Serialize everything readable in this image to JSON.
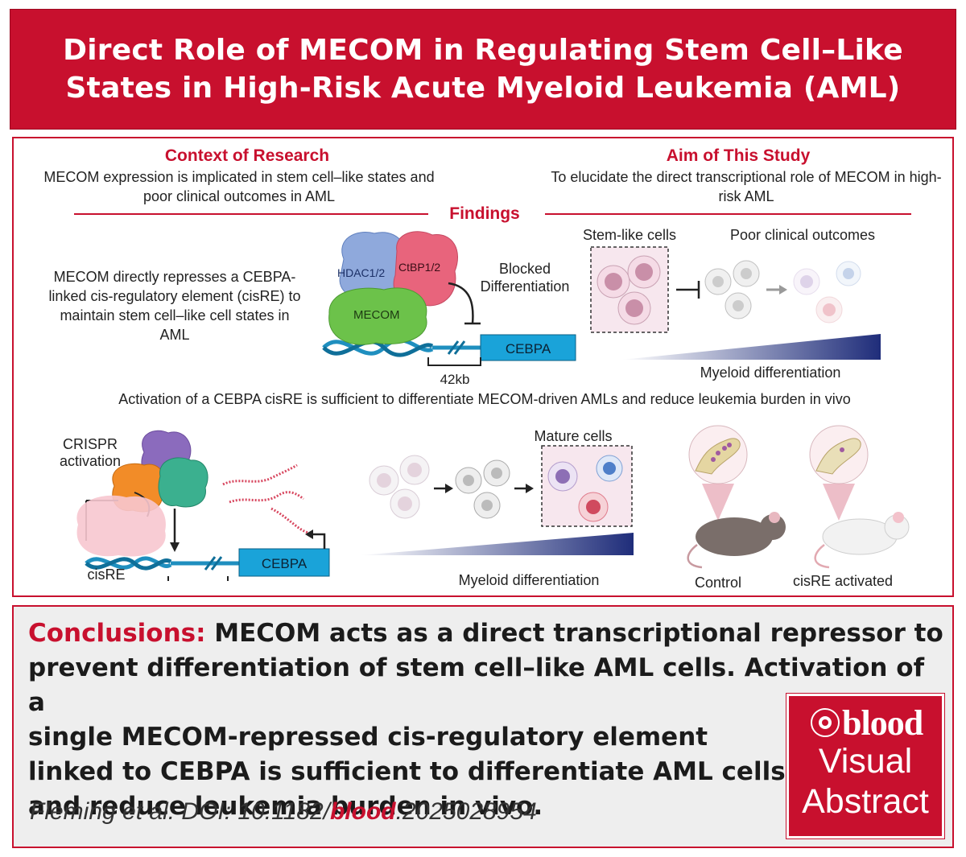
{
  "title": "Direct Role of MECOM in Regulating Stem Cell–Like States in High-Risk Acute Myeloid Leukemia (AML)",
  "context": {
    "heading": "Context of Research",
    "text": "MECOM expression is implicated in stem cell–like states and poor clinical outcomes in AML"
  },
  "aim": {
    "heading": "Aim of This Study",
    "text": "To elucidate the direct transcriptional role of MECOM in high-risk AML"
  },
  "findings": {
    "heading": "Findings",
    "finding1_text": "MECOM directly represses a CEBPA-linked cis-regulatory element (cisRE) to maintain stem cell–like cell states in AML",
    "labels": {
      "hdac": "HDAC1/2",
      "ctbp": "CtBP1/2",
      "mecom": "MECOM",
      "cebpa": "CEBPA",
      "distance": "42kb",
      "blocked_line1": "Blocked",
      "blocked_line2": "Differentiation",
      "stem_cells": "Stem-like cells",
      "poor_outcomes": "Poor clinical outcomes",
      "myeloid_diff": "Myeloid differentiation"
    },
    "finding2_text": "Activation of a CEBPA cisRE is sufficient to differentiate MECOM-driven AMLs and reduce leukemia burden in vivo",
    "labels2": {
      "crispr_line1": "CRISPR",
      "crispr_line2": "activation",
      "cebpa": "CEBPA",
      "cisre": "cisRE",
      "mature_cells": "Mature cells",
      "myeloid_diff": "Myeloid differentiation",
      "control": "Control",
      "cisre_activated": "cisRE activated"
    }
  },
  "conclusions": {
    "label": "Conclusions:",
    "line1": "MECOM acts as a direct transcriptional repressor to",
    "line2": "prevent differentiation of stem cell–like AML cells. Activation of a",
    "line3": "single MECOM-repressed cis-regulatory element",
    "line4": "linked to CEBPA is sufficient to differentiate AML cells",
    "line5": "and reduce leukemia burden in vivo."
  },
  "citation": {
    "prefix": "Fleming et al. DOI: 10.1182/",
    "journal": "blood",
    "suffix": ".2025028954"
  },
  "logo": {
    "brand": "blood",
    "line1": "Visual",
    "line2": "Abstract"
  },
  "colors": {
    "accent_red": "#c8102e",
    "cebpa_blue": "#1aa3d9",
    "gradient_navy": "#1f2d7a"
  }
}
